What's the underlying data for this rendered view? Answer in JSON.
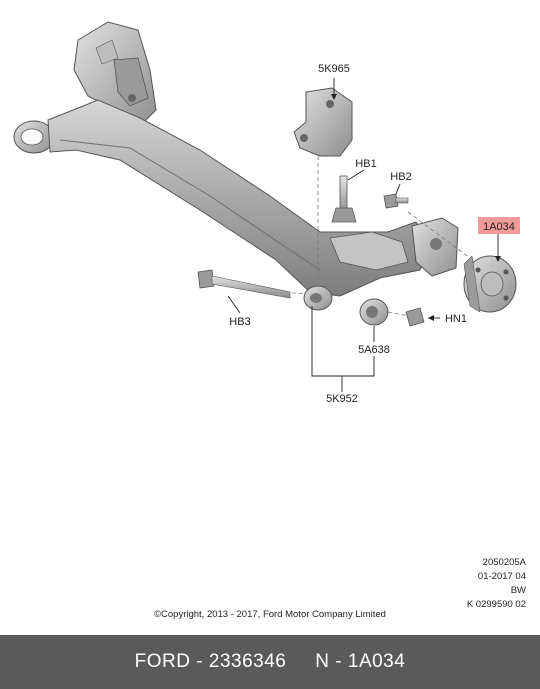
{
  "callouts": {
    "c5K965": "5K965",
    "cHB1": "HB1",
    "cHB2": "HB2",
    "c1A034": "1A034",
    "cHB3": "HB3",
    "cHN1": "HN1",
    "c5A638": "5A638",
    "c5K952": "5K952"
  },
  "highlight_color": "#f39a9a",
  "info_block": [
    "2050205A",
    "01-2017 04",
    "BW",
    "K 0299590 02"
  ],
  "copyright": "©Copyright, 2013 - 2017, Ford Motor Company Limited",
  "footer": {
    "brand": "FORD",
    "sep": " - ",
    "part_number": "2336346",
    "gap": "     ",
    "n_label": "N",
    "n_sep": " - ",
    "n_value": "1A034"
  }
}
